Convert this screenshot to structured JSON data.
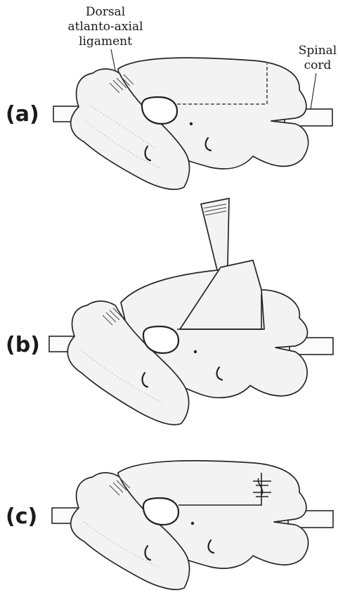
{
  "labels": {
    "dorsal_ligament": [
      "Dorsal",
      "atlanto-axial",
      "ligament"
    ],
    "spinal_cord": [
      "Spinal",
      "cord"
    ]
  },
  "panels": [
    {
      "label": "(a)"
    },
    {
      "label": "(b)"
    },
    {
      "label": "(c)"
    }
  ]
}
